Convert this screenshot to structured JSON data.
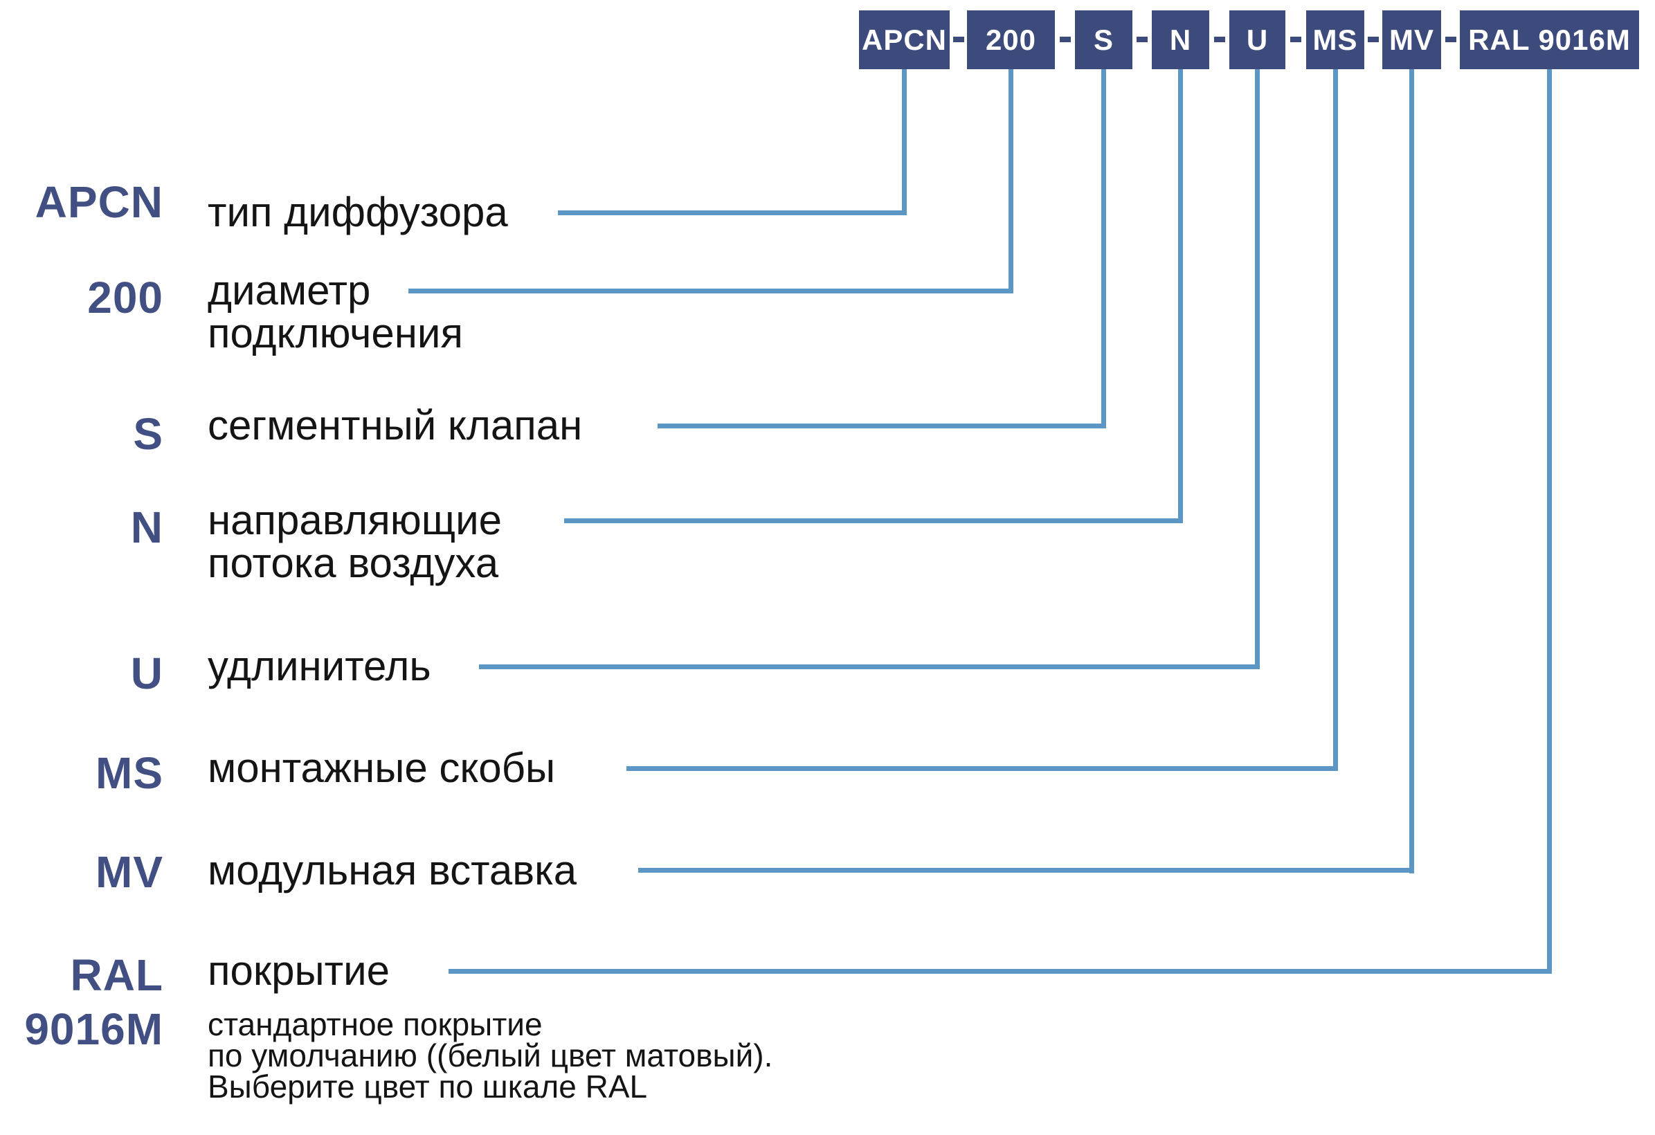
{
  "product_code": {
    "separator": "-",
    "segments": [
      {
        "label": "APCN"
      },
      {
        "label": "200"
      },
      {
        "label": "S"
      },
      {
        "label": "N"
      },
      {
        "label": "U"
      },
      {
        "label": "MS"
      },
      {
        "label": "MV"
      },
      {
        "label": "RAL 9016M"
      }
    ]
  },
  "legend_rows": [
    {
      "code": "APCN",
      "label": "тип диффузора"
    },
    {
      "code": "200",
      "label": "диаметр\nподключения"
    },
    {
      "code": "S",
      "label": "сегментный клапан"
    },
    {
      "code": "N",
      "label": "направляющие\nпотока воздуха"
    },
    {
      "code": "U",
      "label": "удлинитель"
    },
    {
      "code": "MS",
      "label": "монтажные скобы"
    },
    {
      "code": "MV",
      "label": "модульная вставка"
    },
    {
      "code": "RAL\n9016M",
      "label": "покрытие",
      "note": "стандартное покрытие\nпо умолчанию ((белый цвет матовый).\nВыберите цвет по шкале RAL"
    }
  ],
  "colors": {
    "box_navy": "#3d4a7c",
    "code_text_navy": "#414f82",
    "connector_blue": "#5b96c4",
    "label_text": "#141414",
    "box_label_white": "#ffffff",
    "background": "#ffffff"
  }
}
